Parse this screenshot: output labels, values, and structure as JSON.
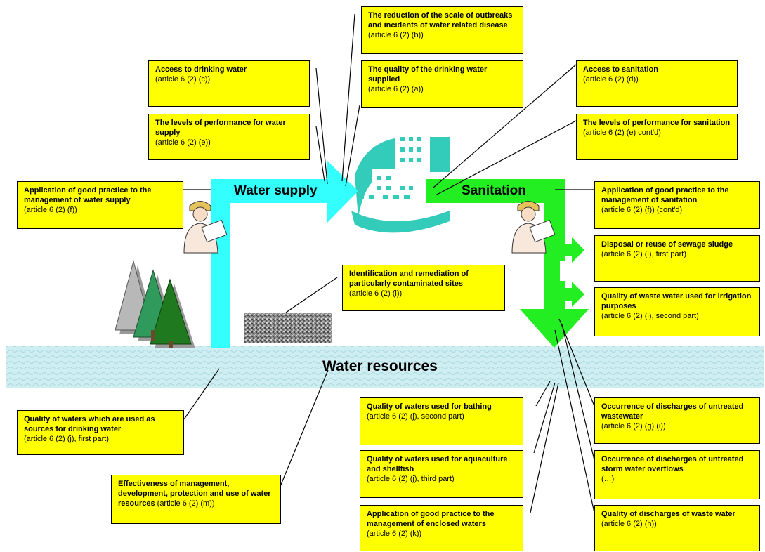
{
  "labels": {
    "water_supply": "Water supply",
    "sanitation": "Sanitation",
    "water_resources": "Water resources"
  },
  "colors": {
    "box_fill": "#ffff00",
    "water_supply_arrow": "#33ffff",
    "sanitation_arrow": "#22ee22",
    "water_band": "#c6e9ee",
    "tree": "#338833",
    "building": "#33ccbb"
  },
  "icons": [
    "engineer-with-blueprint",
    "pine-trees",
    "contaminated-ground",
    "city-buildings"
  ],
  "boxes": [
    {
      "id": "reduction",
      "title": "The reduction of the scale of outbreaks and incidents of water related disease",
      "ref": "(article 6 (2) (b))"
    },
    {
      "id": "access-drinking",
      "title": "Access to drinking water",
      "ref": "(article 6 (2) (c))"
    },
    {
      "id": "quality-drinking",
      "title": "The quality of the drinking water supplied",
      "ref": "(article 6 (2) (a))"
    },
    {
      "id": "access-sanitation",
      "title": "Access to sanitation",
      "ref": "(article 6 (2) (d))"
    },
    {
      "id": "perf-supply",
      "title": "The levels of performance for water supply",
      "ref": "(article 6 (2) (e))"
    },
    {
      "id": "perf-sanitation",
      "title": "The levels of performance for sanitation",
      "ref": "(article 6 (2) (e) cont'd)"
    },
    {
      "id": "good-practice-supply",
      "title": "Application of good practice to the management of water supply",
      "ref": "(article 6 (2) (f))"
    },
    {
      "id": "good-practice-sanitation",
      "title": "Application of good practice to the management of sanitation",
      "ref": "(article 6 (2) (f)) (cont'd)"
    },
    {
      "id": "sludge",
      "title": "Disposal or reuse of sewage sludge",
      "ref": "(article 6 (2) (i), first part)"
    },
    {
      "id": "contaminated",
      "title": "Identification and remediation of particularly contaminated sites",
      "ref": "(article 6 (2) (l))"
    },
    {
      "id": "irrigation",
      "title": "Quality of waste water used for irrigation purposes",
      "ref": "(article 6 (2) (i), second part)"
    },
    {
      "id": "bathing",
      "title": "Quality of waters used for bathing",
      "ref": "(article 6 (2) (j), second part)"
    },
    {
      "id": "discharges-untreated",
      "title": "Occurrence of discharges of untreated wastewater",
      "ref": "(article 6 (2) (g) (i))"
    },
    {
      "id": "sources-drinking",
      "title": "Quality of waters which are used as sources for drinking water",
      "ref": "(article 6 (2) (j), first part)"
    },
    {
      "id": "aquaculture",
      "title": "Quality of waters used for aquaculture and shellfish",
      "ref": "(article 6 (2) (j), third part)"
    },
    {
      "id": "storm-overflows",
      "title": "Occurrence of discharges of untreated storm water overflows",
      "ref": "(…)"
    },
    {
      "id": "effectiveness",
      "title": "Effectiveness of management, development, protection and use of water resources",
      "ref": "(article 6 (2) (m))"
    },
    {
      "id": "enclosed-waters",
      "title": "Application of good practice to the management of enclosed waters",
      "ref": "(article 6 (2) (k))"
    },
    {
      "id": "waste-water-discharges",
      "title": "Quality of discharges of waste water",
      "ref": "(article 6 (2) (h))"
    }
  ]
}
